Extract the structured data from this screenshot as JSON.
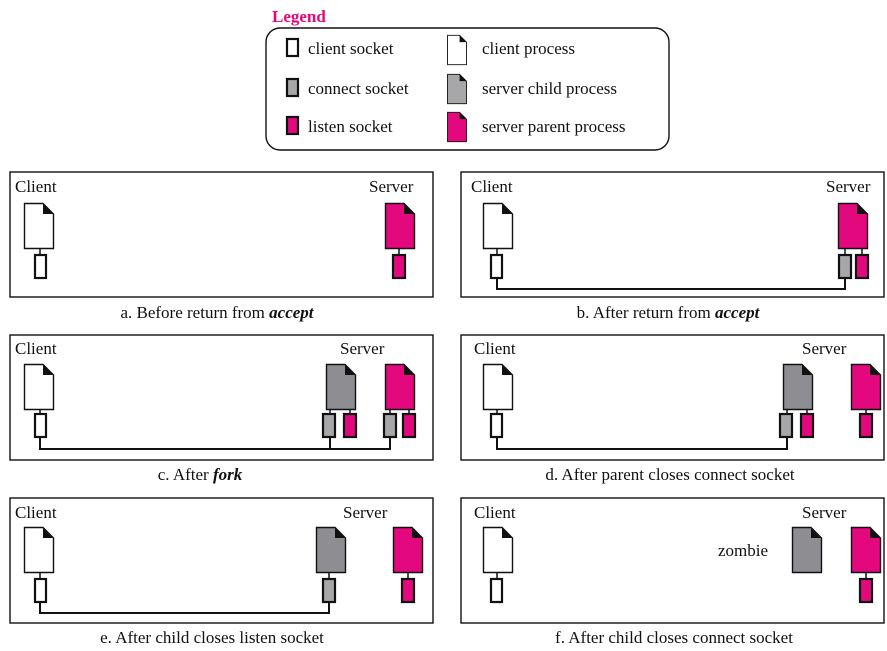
{
  "colors": {
    "magenta": "#e4087f",
    "gray": "#a7a7aa",
    "grayDark": "#8e8e92",
    "white": "#ffffff",
    "stroke": "#111111"
  },
  "legend": {
    "title": "Legend",
    "items": {
      "client_socket": "client socket",
      "connect_socket": "connect socket",
      "listen_socket": "listen socket",
      "client_process": "client process",
      "server_child_process": "server child process",
      "server_parent_process": "server parent process"
    }
  },
  "panels": {
    "a": {
      "client": "Client",
      "server": "Server",
      "caption_prefix": "a. Before return from ",
      "caption_emph": "accept"
    },
    "b": {
      "client": "Client",
      "server": "Server",
      "caption_prefix": "b. After return from ",
      "caption_emph": "accept"
    },
    "c": {
      "client": "Client",
      "server": "Server",
      "caption_prefix": "c. After ",
      "caption_emph": "fork"
    },
    "d": {
      "client": "Client",
      "server": "Server",
      "caption": "d. After parent closes connect socket"
    },
    "e": {
      "client": "Client",
      "server": "Server",
      "caption": "e. After child closes listen socket"
    },
    "f": {
      "client": "Client",
      "server": "Server",
      "zombie": "zombie",
      "caption": "f. After child closes connect socket"
    }
  }
}
